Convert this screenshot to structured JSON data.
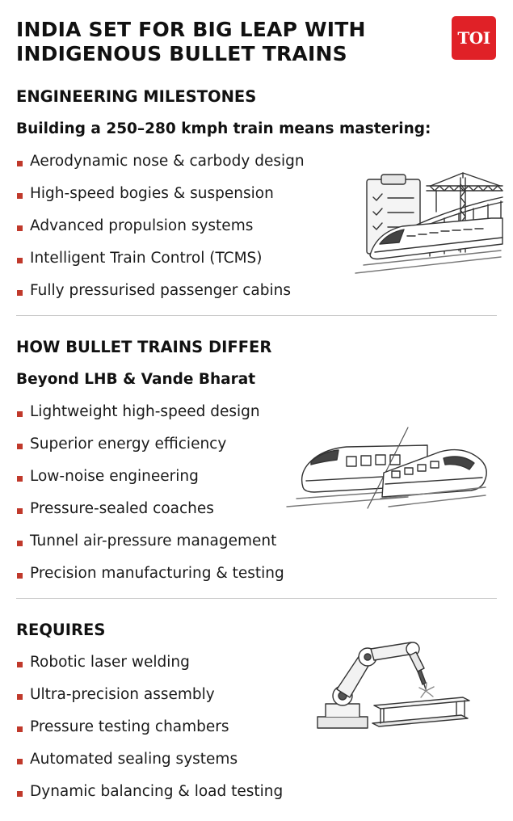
{
  "header": {
    "title_line1": "INDIA SET FOR BIG LEAP WITH",
    "title_line2": "INDIGENOUS BULLET TRAINS",
    "logo_text": "TOI"
  },
  "sections": [
    {
      "heading": "ENGINEERING MILESTONES",
      "subheading": "Building a 250–280 kmph train means mastering:",
      "items": [
        "Aerodynamic nose & carbody design",
        "High-speed bogies & suspension",
        "Advanced propulsion systems",
        "Intelligent Train Control (TCMS)",
        "Fully pressurised passenger cabins"
      ]
    },
    {
      "heading": "HOW BULLET TRAINS DIFFER",
      "subheading": "Beyond LHB & Vande Bharat",
      "items": [
        "Lightweight high-speed design",
        "Superior energy efficiency",
        "Low-noise engineering",
        "Pressure-sealed coaches",
        "Tunnel air-pressure management",
        "Precision manufacturing & testing"
      ]
    },
    {
      "heading": "REQUIRES",
      "items": [
        "Robotic laser welding",
        "Ultra-precision assembly",
        "Pressure testing chambers",
        "Automated sealing systems",
        "Dynamic balancing & load testing"
      ]
    }
  ],
  "colors": {
    "bullet": "#c0392b",
    "logo_bg": "#e02127",
    "text": "#111111",
    "divider": "#c8c8c8"
  },
  "icons": [
    "clipboard-crane-train-illustration",
    "two-bullet-trains-illustration",
    "robotic-welding-arm-illustration"
  ]
}
